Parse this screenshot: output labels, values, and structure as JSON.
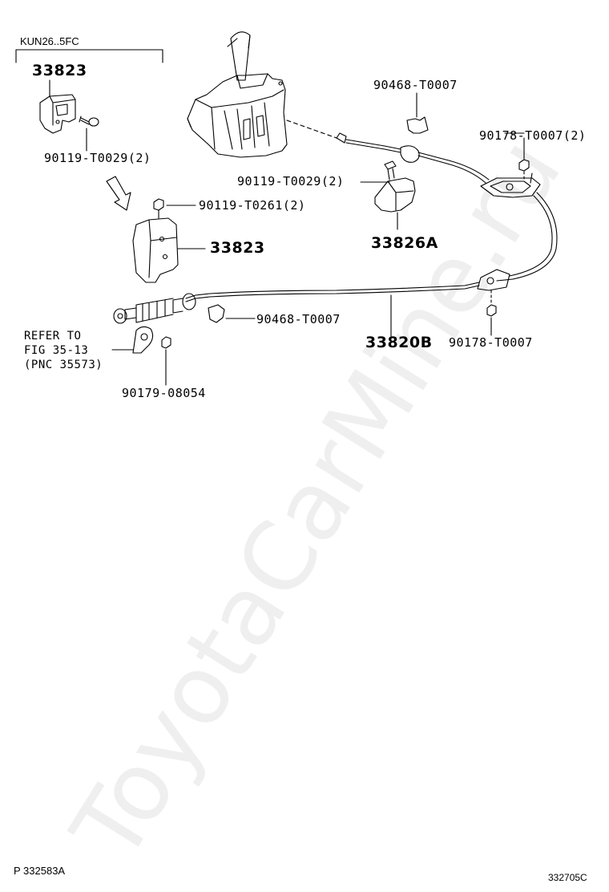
{
  "diagram": {
    "model_code": "KUN26..5FC",
    "parts": {
      "bracket_top": "33823",
      "bolt_bracket": "90119-T0029(2)",
      "bolt_mid": "90119-T0261(2)",
      "bracket_mid": "33823",
      "clip_top": "90468-T0007",
      "nut_top": "90178-T0007(2)",
      "bolt_cable": "90119-T0029(2)",
      "bracket_cable": "33826A",
      "clip_bottom": "90468-T0007",
      "cable": "33820B",
      "nut_bottom": "90178-T0007",
      "nut_clamp": "90179-08054"
    },
    "refer_note": "REFER TO\nFIG 35-13\n(PNC 35573)",
    "footer_left": "P 332583A",
    "footer_right": "332705C",
    "watermark": "ToyotaCarMine.ru"
  }
}
